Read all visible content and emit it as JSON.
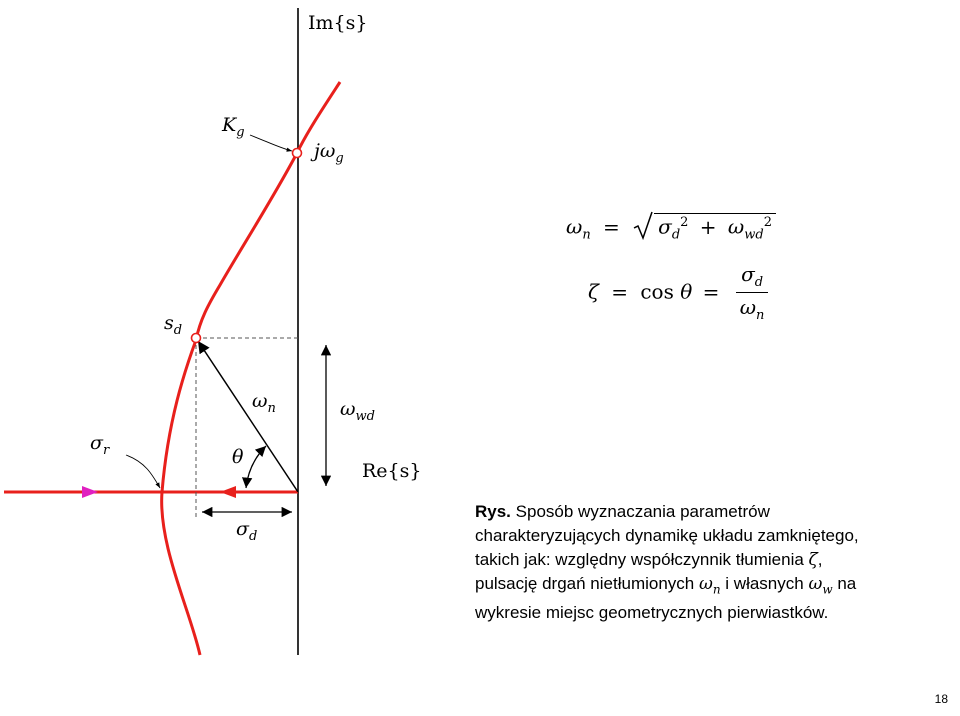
{
  "labels": {
    "im_axis": "Im{s}",
    "re_axis": "Re{s}",
    "k_g": "K",
    "k_g_sub": "g",
    "j_omega_g": "jω",
    "j_omega_g_sub": "g",
    "s_d": "s",
    "s_d_sub": "d",
    "omega_n": "ω",
    "omega_n_sub": "n",
    "omega_wd": "ω",
    "omega_wd_sub": "wd",
    "sigma_r": "σ",
    "sigma_r_sub": "r",
    "theta": "θ",
    "sigma_d": "σ",
    "sigma_d_sub": "d"
  },
  "equations": {
    "eq1": {
      "lhs": "ω",
      "lhs_sub": "n",
      "equals": "=",
      "term1": "σ",
      "term1_sub": "d",
      "term1_sup": "2",
      "plus": "+",
      "term2": "ω",
      "term2_sub": "wd",
      "term2_sup": "2"
    },
    "eq2": {
      "lhs": "ζ",
      "equals1": "=",
      "cos": "cos",
      "theta": "θ",
      "equals2": "=",
      "num": "σ",
      "num_sub": "d",
      "den": "ω",
      "den_sub": "n"
    }
  },
  "caption": {
    "rys": "Rys.",
    "line1": "Sposób wyznaczania parametrów",
    "line2": "charakteryzujących dynamikę układu zamkniętego,",
    "line3_pre": "takich jak: względny współczynnik tłumienia ",
    "line3_zeta": "ζ",
    "line3_post": ",",
    "line4_pre": "pulsację drgań nietłumionych ",
    "line4_omega_n": "ω",
    "line4_omega_n_sub": "n",
    "line4_mid": " i własnych ",
    "line4_omega_w": "ω",
    "line4_omega_w_sub": "w",
    "line4_post": " na",
    "line5": "wykresie miejsc geometrycznych pierwiastków."
  },
  "page_number": "18",
  "colors": {
    "locus": "#e8201c",
    "arrow_magenta": "#e020c0",
    "axis": "#000000",
    "dashed": "#555555",
    "background": "#ffffff"
  }
}
